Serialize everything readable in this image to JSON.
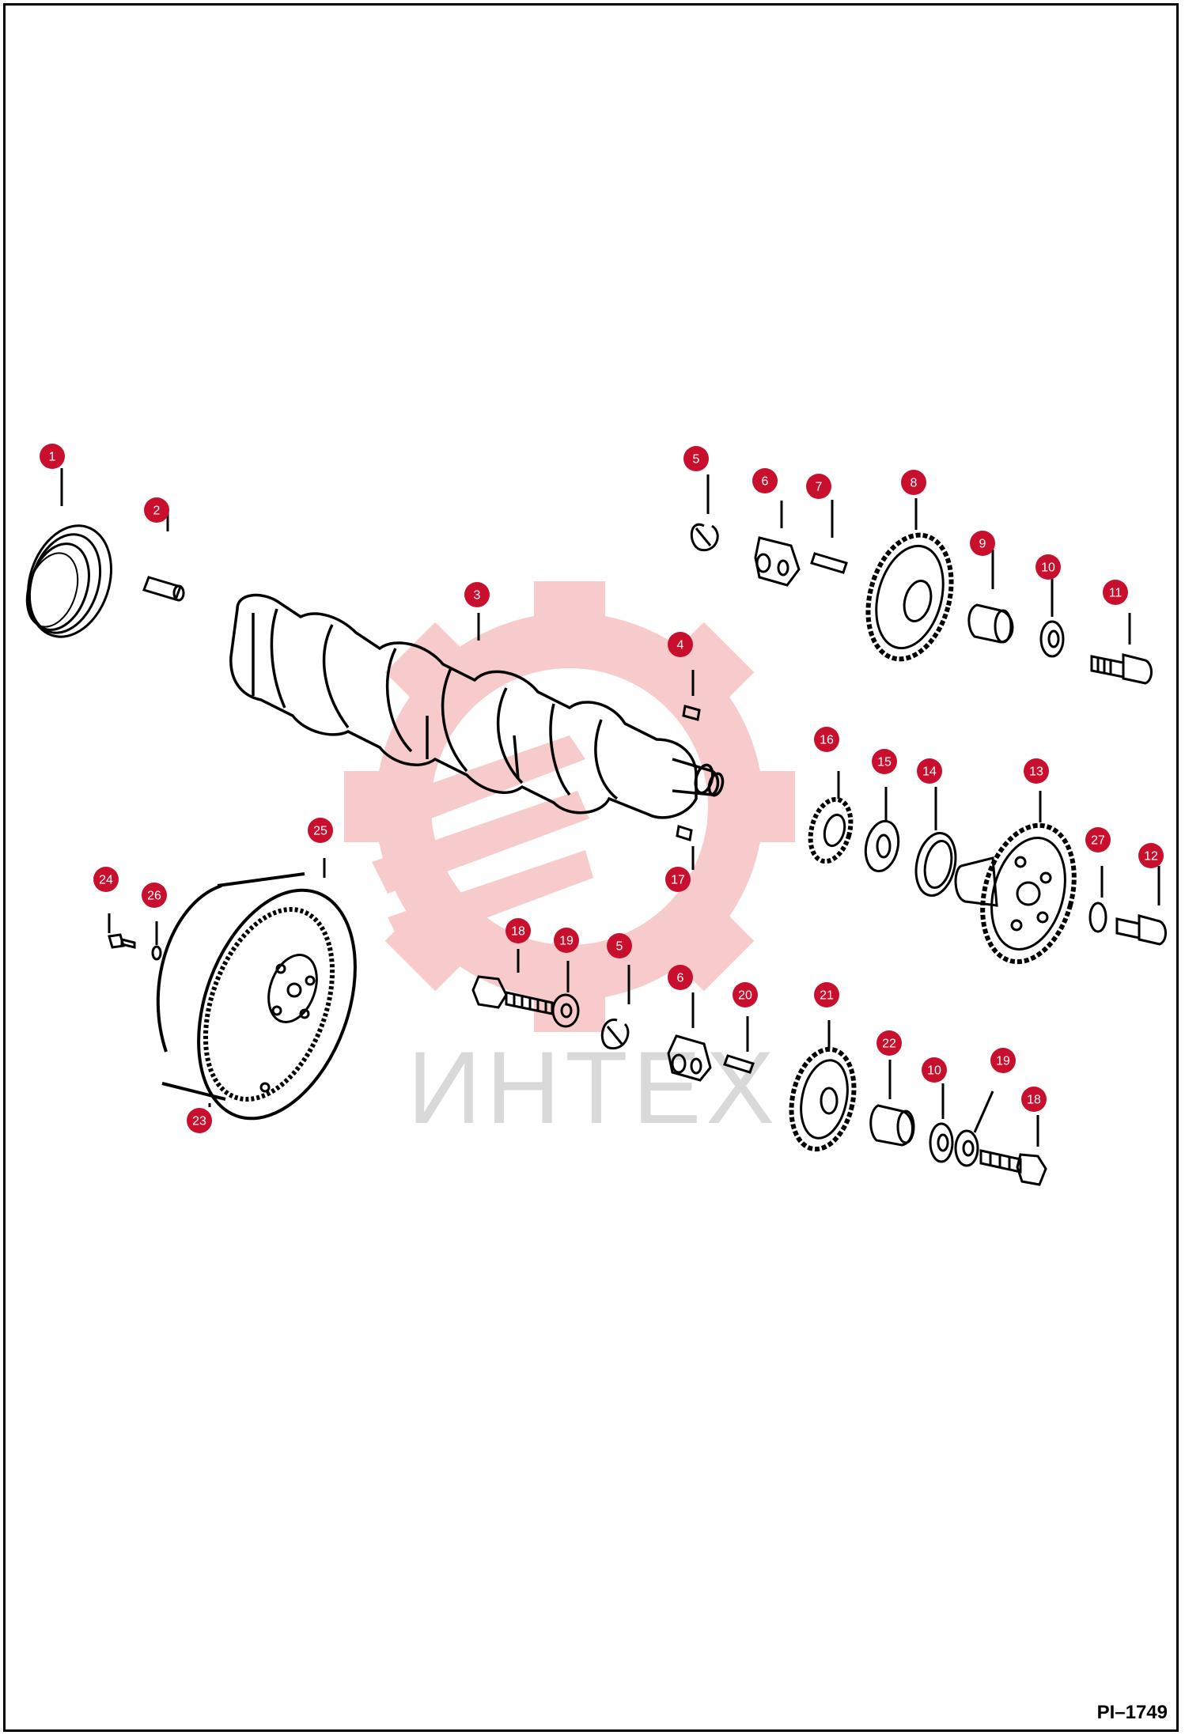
{
  "colors": {
    "callout": "#c8102e",
    "line": "#000000",
    "watermark_gear": "#f7c6c6",
    "watermark_text": "#d9d9d9"
  },
  "watermark": {
    "text": "ИНТЕХ",
    "icon": "gear-logo-icon"
  },
  "figure_id": "PI–1749",
  "callouts": [
    "1",
    "2",
    "3",
    "4",
    "5",
    "6",
    "7",
    "8",
    "9",
    "10",
    "11",
    "12",
    "13",
    "14",
    "15",
    "16",
    "17",
    "18",
    "19",
    "5",
    "6",
    "20",
    "21",
    "22",
    "10",
    "19",
    "18",
    "23",
    "24",
    "25",
    "26",
    "27"
  ]
}
